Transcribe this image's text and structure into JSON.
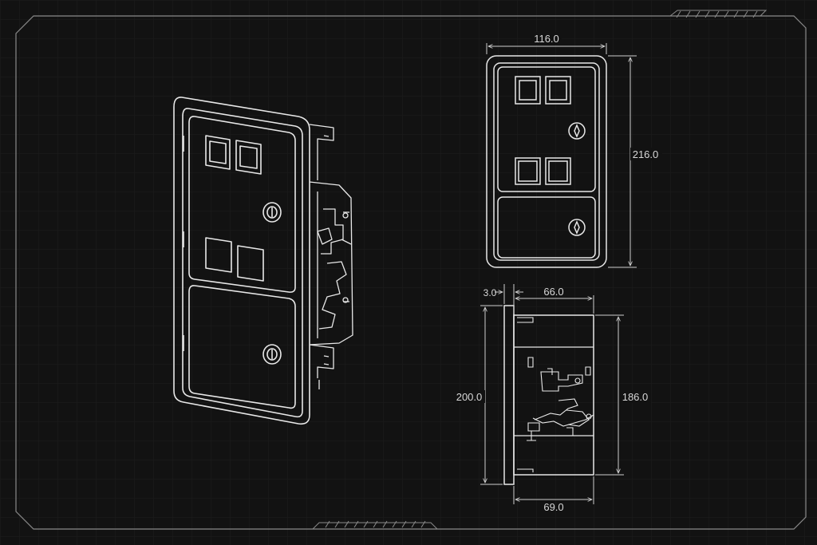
{
  "colors": {
    "background": "#121212",
    "grid": "#1c1c1c",
    "line": "#e8e8e8",
    "frame": "#8a8a8a",
    "text": "#d8d8d8"
  },
  "front_view": {
    "width_label": "116.0",
    "height_label": "216.0"
  },
  "side_view": {
    "flange_label": "3.0",
    "top_depth_label": "66.0",
    "bottom_depth_label": "69.0",
    "left_height_label": "200.0",
    "right_height_label": "186.0"
  }
}
